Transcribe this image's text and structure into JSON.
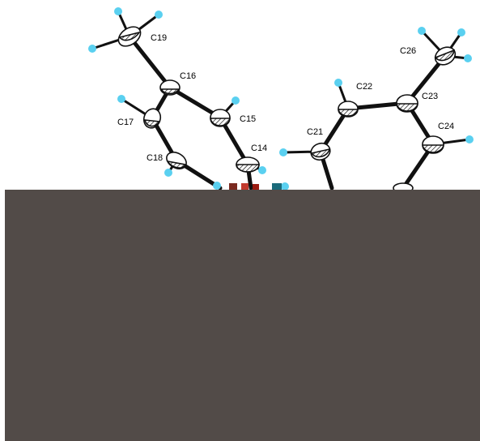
{
  "colors": {
    "background": "#ffffff",
    "bond": "#111111",
    "carbon_fill": "#ffffff",
    "hydrogen": "#5ad0f0",
    "overlay": "#524b48"
  },
  "atoms": {
    "C14": "C14",
    "C15": "C15",
    "C16": "C16",
    "C17": "C17",
    "C18": "C18",
    "C19": "C19",
    "C21": "C21",
    "C22": "C22",
    "C23": "C23",
    "C24": "C24",
    "C26": "C26"
  }
}
